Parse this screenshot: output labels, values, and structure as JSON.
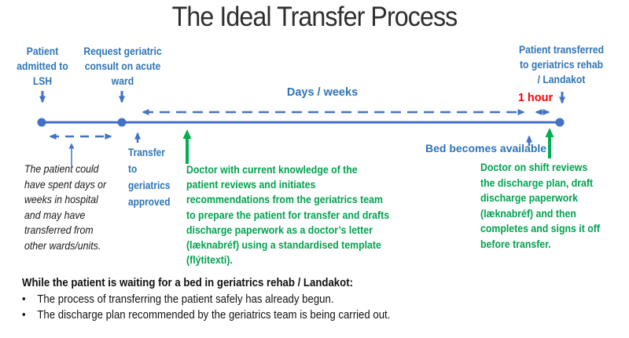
{
  "title": "The Ideal Transfer Process",
  "colors": {
    "label_blue": "#2E74B5",
    "timeline_blue": "#4472C4",
    "green_text": "#00A24F",
    "green_arrow": "#00B050",
    "red": "#FF0000"
  },
  "timeline": {
    "events": {
      "admitted": "Patient\nadmitted to\nLSH",
      "request_consult": "Request geriatric\nconsult on acute\nward",
      "transfer_approved": "Transfer\nto\ngeriatrics\napproved",
      "bed_available": "Bed becomes available",
      "transferred": "Patient transferred\nto geriatrics rehab\n/ Landakot"
    },
    "durations": {
      "days_weeks": "Days / weeks",
      "one_hour": "1 hour"
    }
  },
  "notes": {
    "patient_history": "The patient could\nhave spent days or\nweeks in hospital\nand may have\ntransferred from\nother wards/units.",
    "doctor_prepares": "Doctor with current knowledge of the\npatient reviews and initiates\nrecommendations from the geriatrics team\nto prepare the patient for transfer and drafts\ndischarge paperwork as a doctor’s letter\n(læknabréf) using a standardised template\n(flýtitexti).",
    "doctor_on_shift": "Doctor on shift reviews\nthe discharge plan, draft\ndischarge paperwork\n(læknabréf) and then\ncompletes and signs it off\nbefore transfer."
  },
  "bottom": {
    "heading": "While the patient is waiting for a bed in geriatrics rehab / Landakot:",
    "bullet_glyph": "•",
    "bullets": [
      "The process of transferring the patient safely has already begun.",
      "The discharge plan recommended by the geriatrics team is being carried out."
    ]
  }
}
